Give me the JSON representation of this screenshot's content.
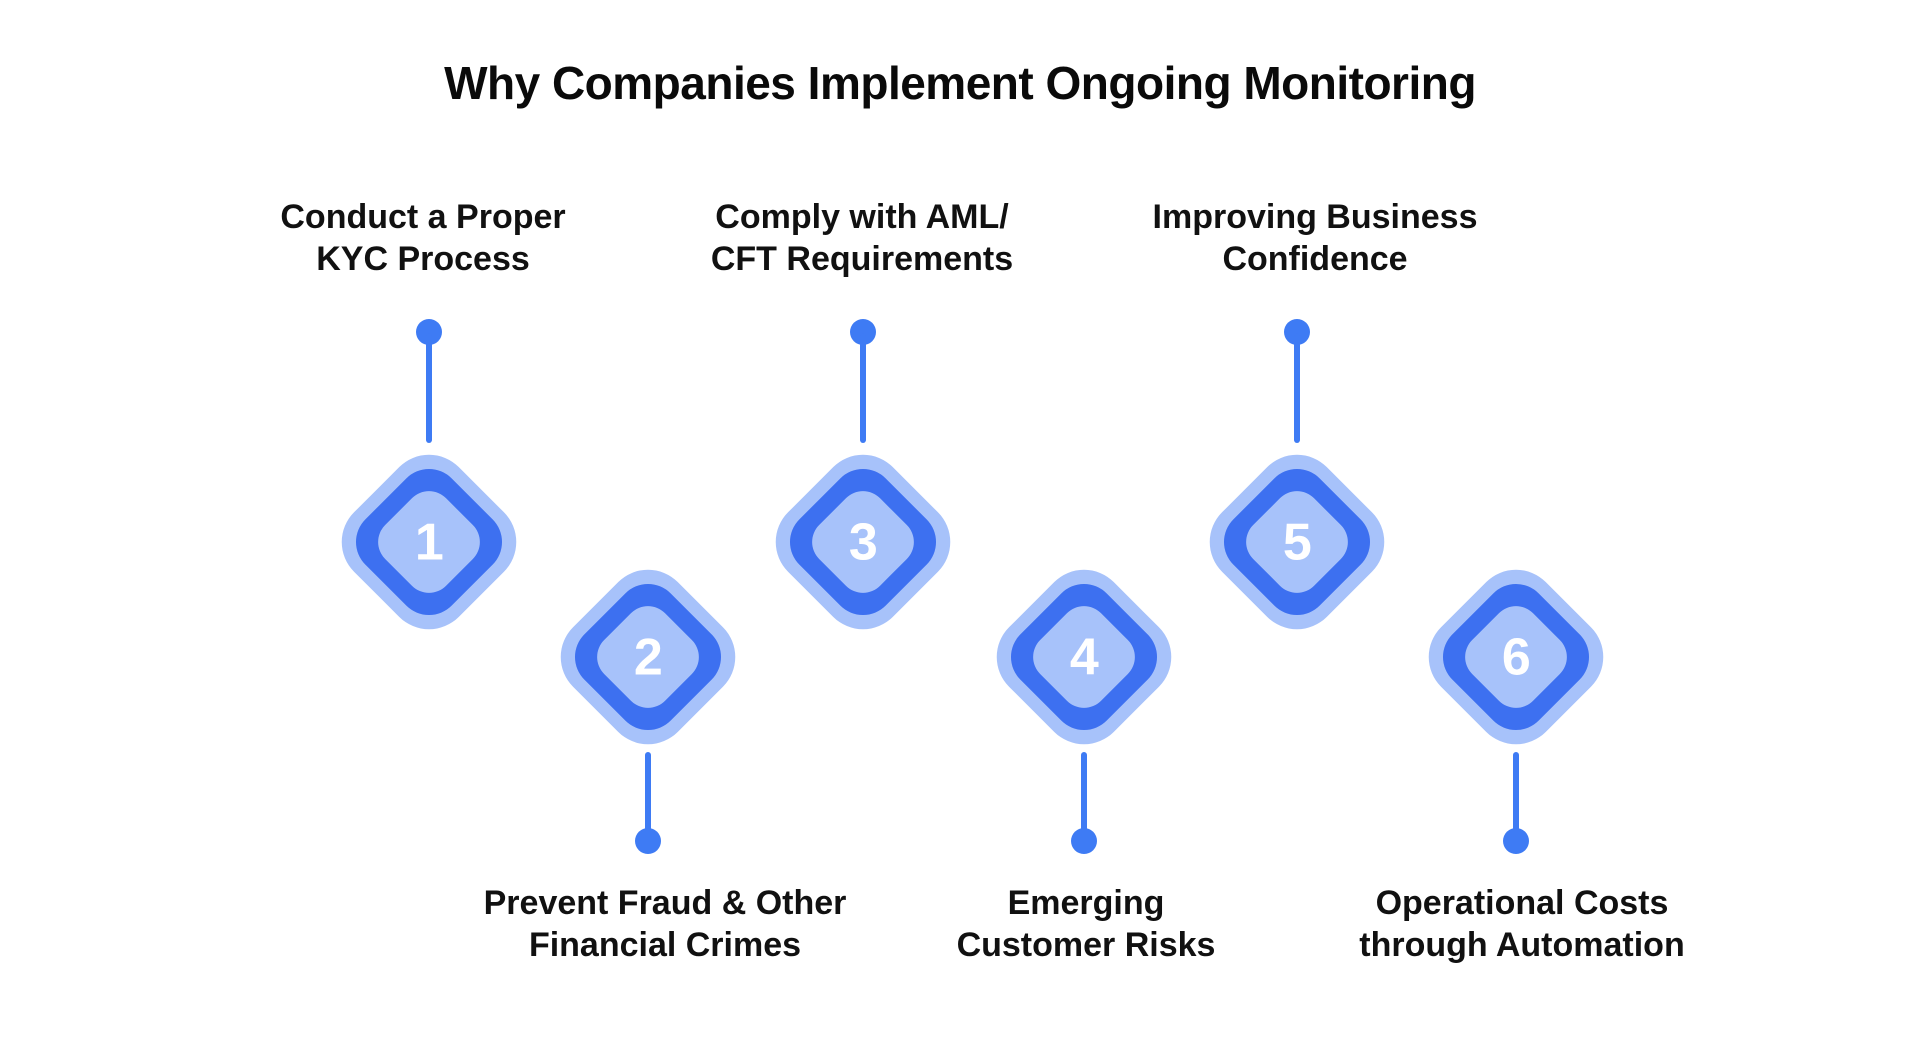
{
  "title": "Why Companies Implement Ongoing Monitoring",
  "items": [
    {
      "number": "1",
      "label_line1": "Conduct a Proper",
      "label_line2": "KYC Process",
      "label_position": "top"
    },
    {
      "number": "2",
      "label_line1": "Prevent Fraud & Other",
      "label_line2": "Financial Crimes",
      "label_position": "bottom"
    },
    {
      "number": "3",
      "label_line1": "Comply with AML/",
      "label_line2": "CFT Requirements",
      "label_position": "top"
    },
    {
      "number": "4",
      "label_line1": "Emerging",
      "label_line2": "Customer Risks",
      "label_position": "bottom"
    },
    {
      "number": "5",
      "label_line1": "Improving Business",
      "label_line2": "Confidence",
      "label_position": "top"
    },
    {
      "number": "6",
      "label_line1": "Operational Costs",
      "label_line2": "through Automation",
      "label_position": "bottom"
    }
  ],
  "colors": {
    "background": "#FFFFFF",
    "diamond_light_blue": "#A7C2FA",
    "diamond_dark_blue": "#3D70F0",
    "connector_blue": "#3E7BF4",
    "title_text": "#0A0A0A",
    "label_text": "#111111"
  }
}
